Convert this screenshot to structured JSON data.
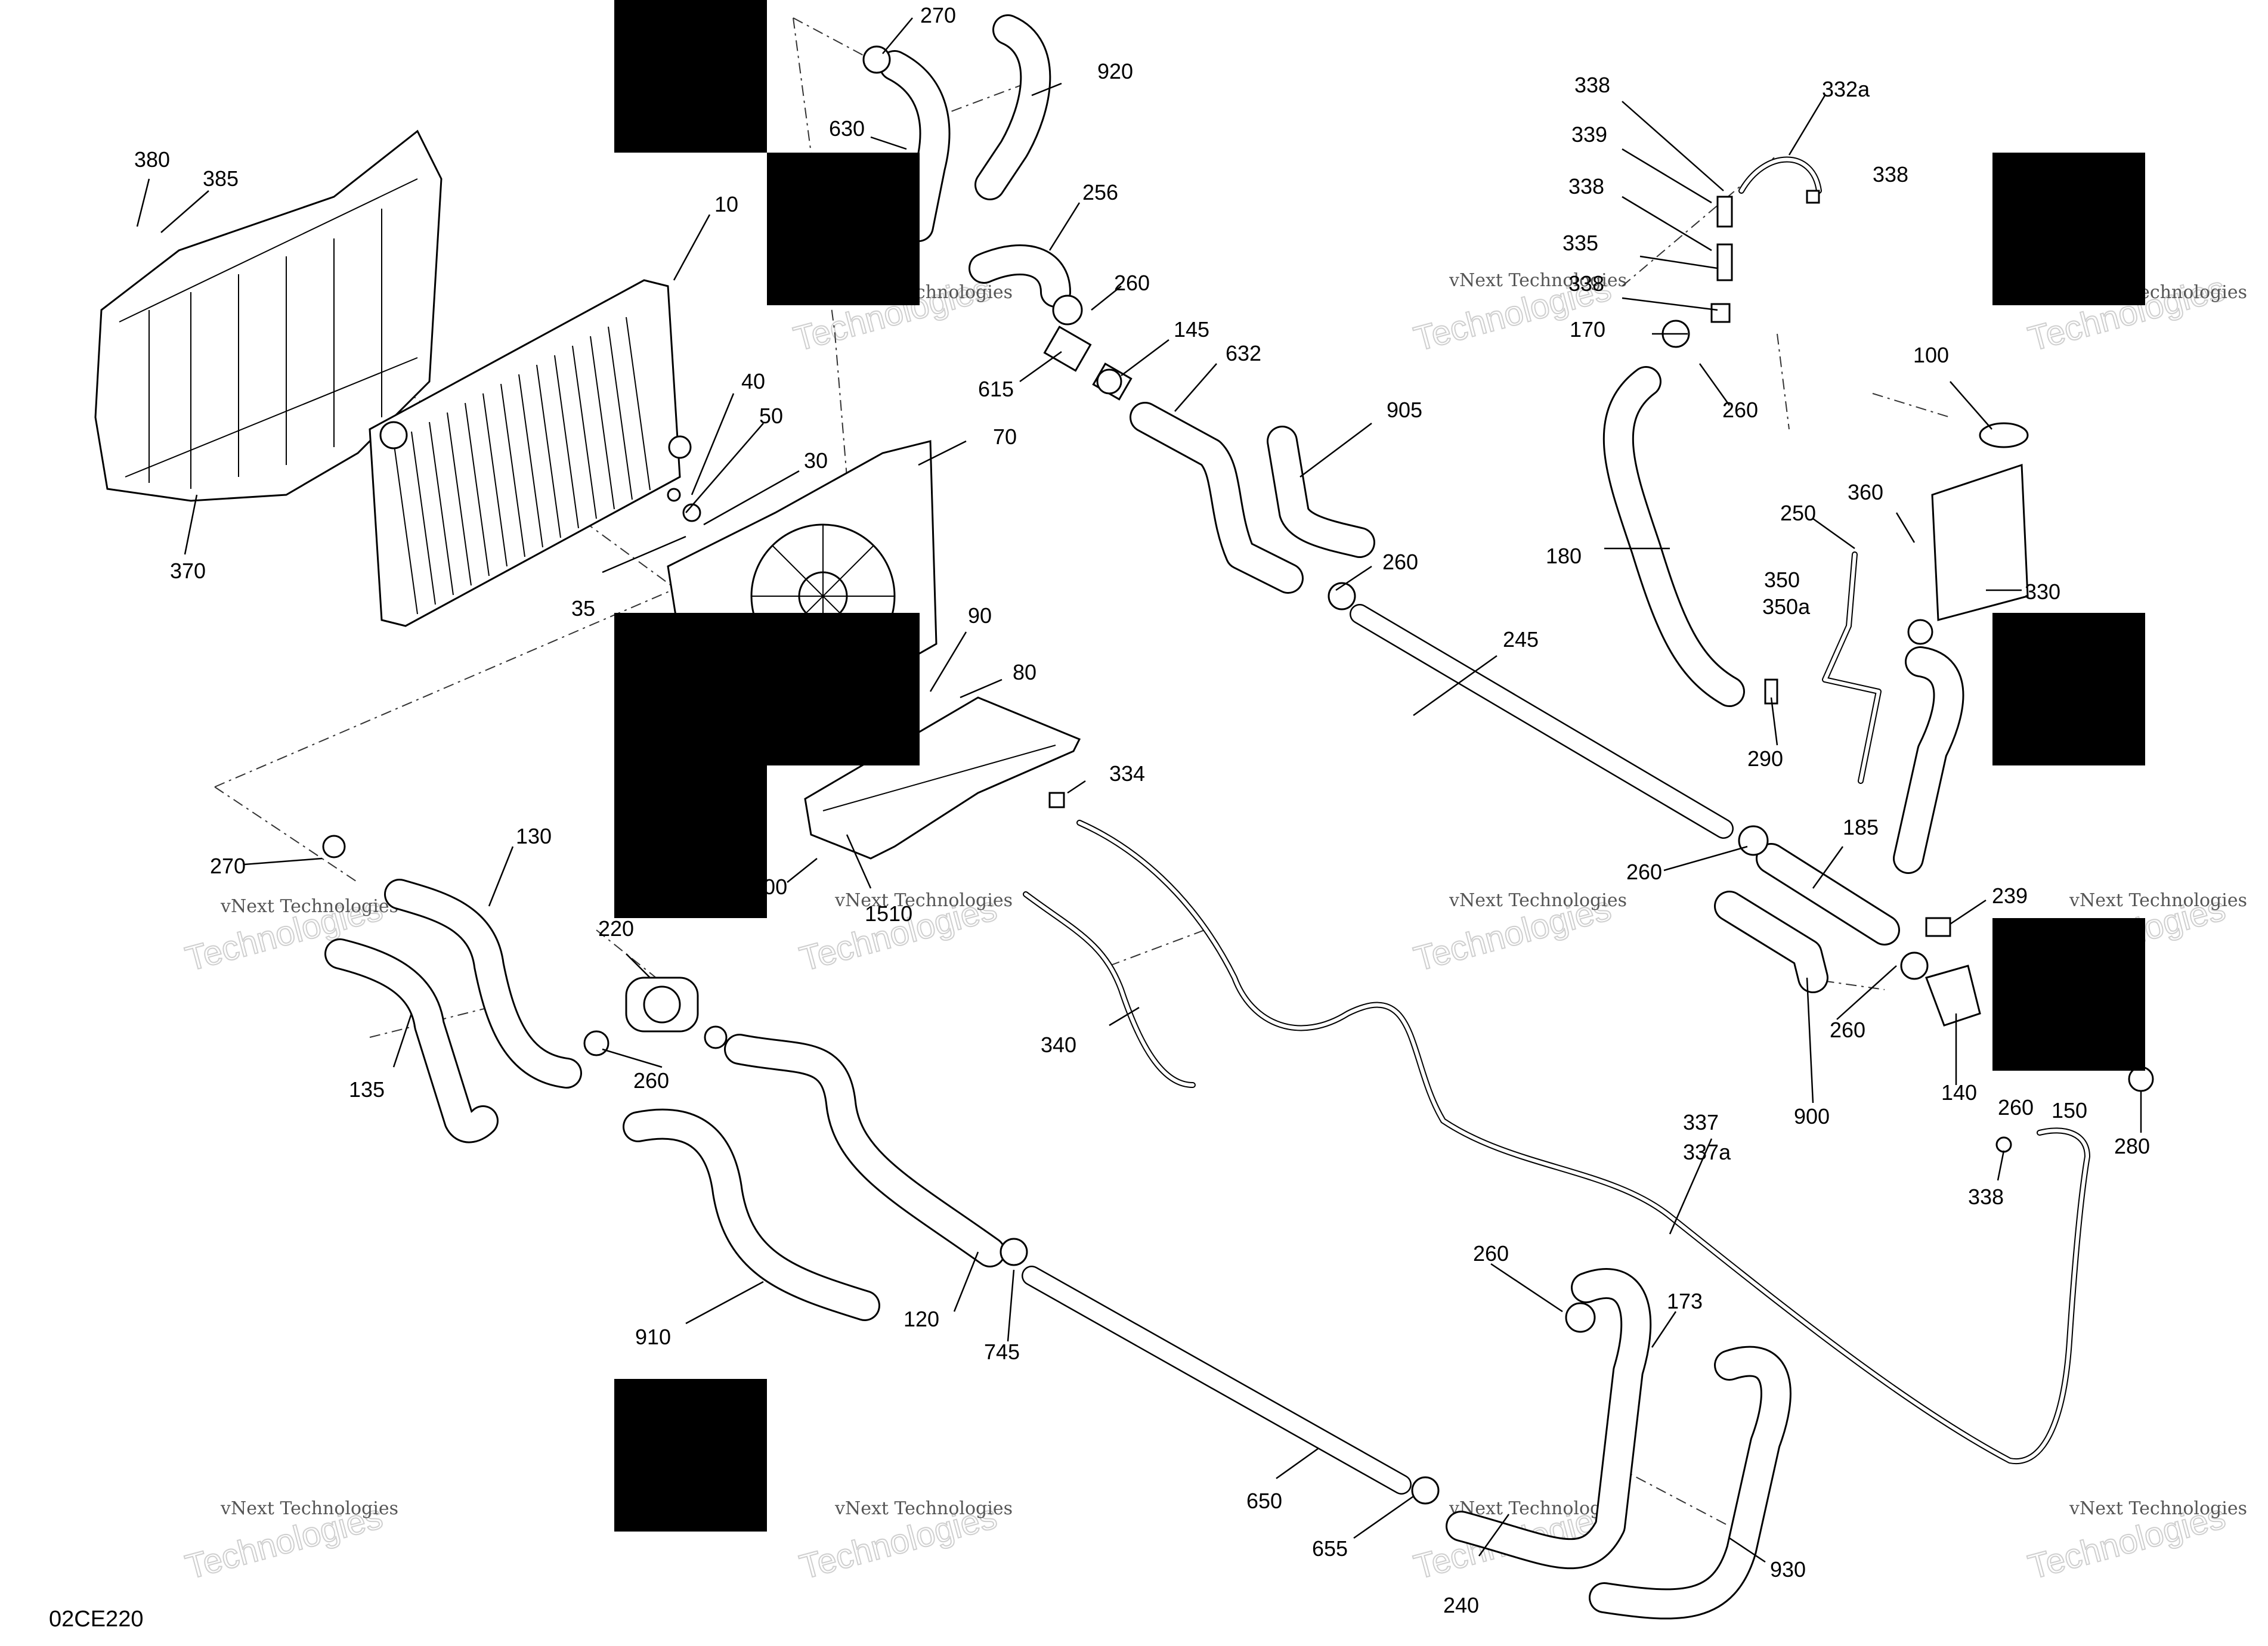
{
  "diagram": {
    "code": "02CE220",
    "watermark": {
      "brand_small": "vNext Technologies",
      "brand_large": "Technologies"
    },
    "callouts": {
      "c270a": "270",
      "c920": "920",
      "c630": "630",
      "c256": "256",
      "c260a": "260",
      "c145": "145",
      "c632": "632",
      "c615": "615",
      "c10": "10",
      "c380": "380",
      "c385": "385",
      "c370": "370",
      "c40": "40",
      "c50": "50",
      "c30": "30",
      "c70": "70",
      "c35": "35",
      "c905": "905",
      "c260b": "260",
      "c90": "90",
      "c80": "80",
      "c245": "245",
      "c334": "334",
      "c1500": "1500",
      "c1510": "1510",
      "c270b": "270",
      "c130": "130",
      "c220": "220",
      "c135": "135",
      "c260c": "260",
      "c340": "340",
      "c910": "910",
      "c120": "120",
      "c745": "745",
      "c650": "650",
      "c655": "655",
      "c240": "240",
      "c260d": "260",
      "c173": "173",
      "c930": "930",
      "c337": "337",
      "c337a": "337a",
      "c338a": "338",
      "c332a": "332a",
      "c339": "339",
      "c338b": "338",
      "c338c": "338",
      "c335": "335",
      "c338d": "338",
      "c170": "170",
      "c260e": "260",
      "c180": "180",
      "c290": "290",
      "c100": "100",
      "c360": "360",
      "c250": "250",
      "c350": "350",
      "c350a": "350a",
      "c330": "330",
      "c185": "185",
      "c260f": "260",
      "c239": "239",
      "c260g": "260",
      "c900": "900",
      "c140": "140",
      "c260h": "260",
      "c150": "150",
      "c280": "280",
      "c338e": "338"
    }
  }
}
